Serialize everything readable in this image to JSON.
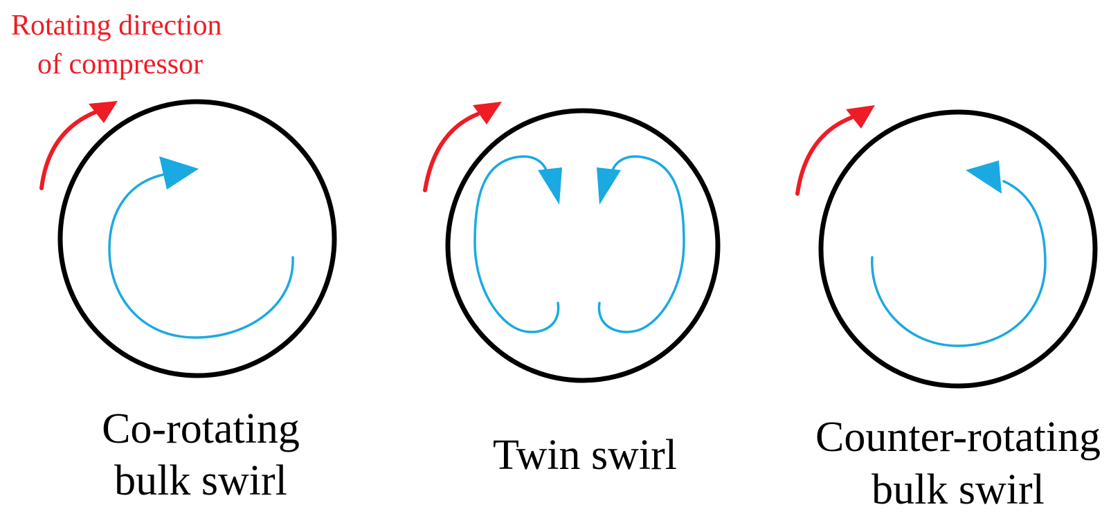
{
  "legend": {
    "rotation_label_line1": "Rotating direction",
    "rotation_label_line2": "of compressor"
  },
  "colors": {
    "rotation": "#ee1c25",
    "swirl": "#1ba9e1",
    "duct": "#000000"
  },
  "panels": [
    {
      "id": "co-rotating",
      "label_line1": "Co-rotating",
      "label_line2": "bulk swirl"
    },
    {
      "id": "twin",
      "label_line1": "Twin swirl",
      "label_line2": ""
    },
    {
      "id": "counter-rotating",
      "label_line1": "Counter-rotating",
      "label_line2": "bulk swirl"
    }
  ]
}
